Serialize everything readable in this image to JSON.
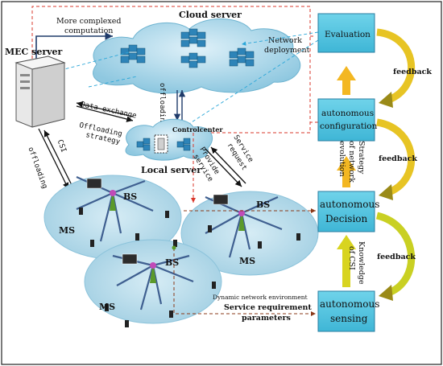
{
  "cloud": {
    "title": "Cloud server",
    "more_computation_1": "More complexed",
    "more_computation_2": "computation",
    "deployment_1": "Network",
    "deployment_2": "deployment",
    "offloading": "offloading"
  },
  "mec": {
    "title": "MEC server",
    "data_exchange": "Data exchange",
    "strategy_1": "Offloading",
    "strategy_2": "strategy",
    "csi": "CSI",
    "offloading": "offloading"
  },
  "local": {
    "control": "Controlcenter",
    "title": "Local server",
    "provide_1": "Provide",
    "provide_2": "service",
    "request_1": "Service",
    "request_2": "request"
  },
  "network": {
    "bs": "BS",
    "ms": "MS",
    "dynamic": "Dynamic network environment",
    "req_1": "Service requirement",
    "req_2": "parameters"
  },
  "right": {
    "evaluation": "Evaluation",
    "config_1": "autonomous",
    "config_2": "configuration",
    "decision_1": "autonomous",
    "decision_2": "Decision",
    "sensing_1": "autonomous",
    "sensing_2": "sensing",
    "feedback": "feedback",
    "strategy_1": "Strategy",
    "strategy_2": "of network",
    "strategy_3": "evolution",
    "knowledge_1": "Knowledge",
    "knowledge_2": "of CSI"
  },
  "colors": {
    "box_fill": "#5bc8e0",
    "box_stroke": "#2a7ea0",
    "cloud": "#a8d8ea",
    "cell": "#b7dcea",
    "arrow_orange": "#f3b722",
    "arrow_olive": "#9a8a18",
    "dashed_red": "#d9372b",
    "dashed_blue": "#2aa6d8"
  }
}
